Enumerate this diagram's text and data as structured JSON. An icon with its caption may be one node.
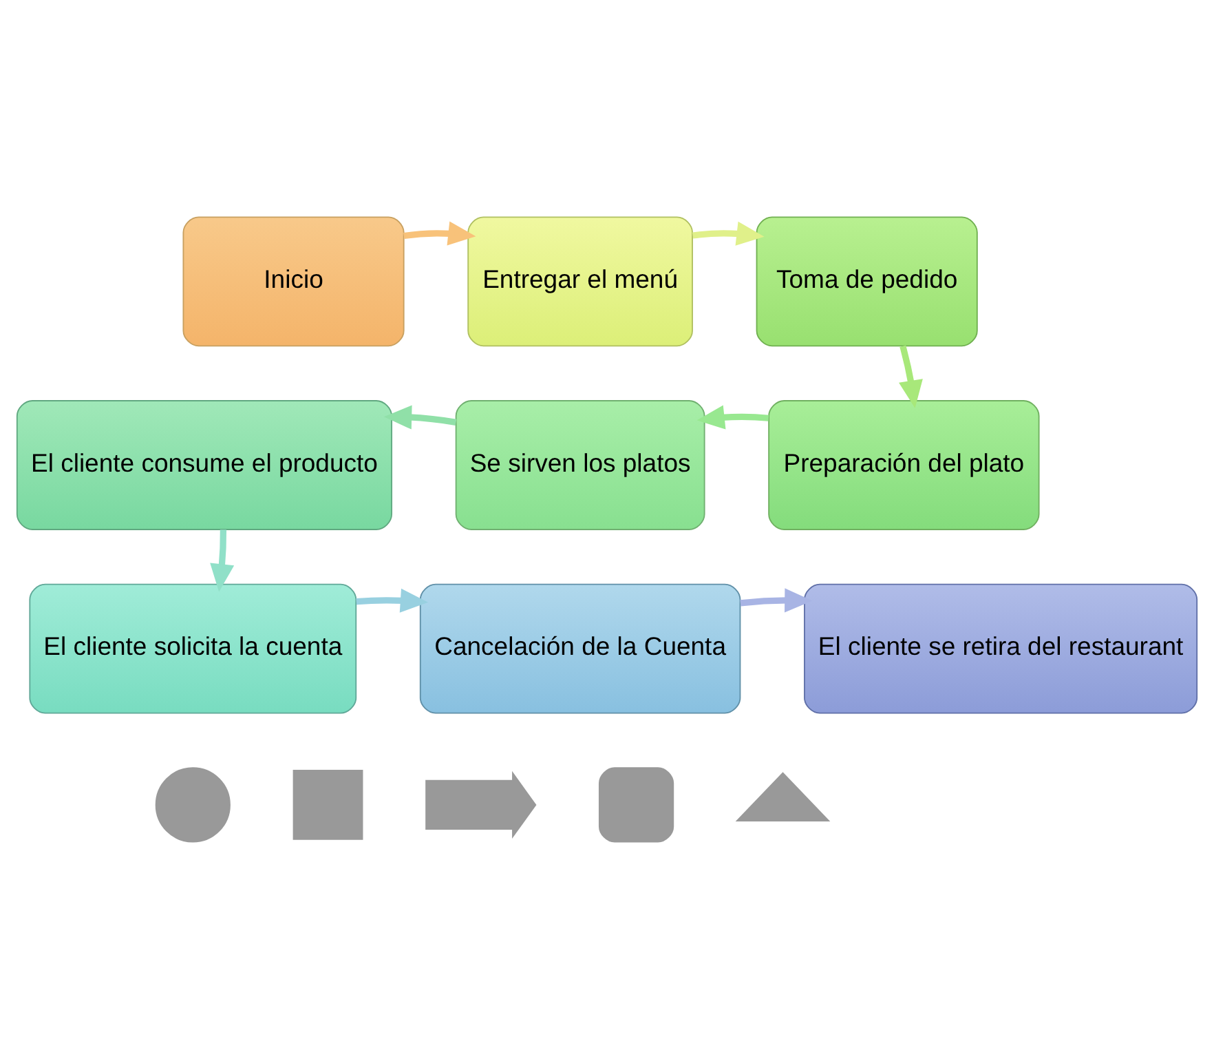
{
  "diagram": {
    "nodes": [
      {
        "text": [
          "Inicio"
        ]
      },
      {
        "text": [
          "Entregar el menú"
        ]
      },
      {
        "text": [
          "Toma de pedido"
        ]
      },
      {
        "text": [
          "Preparación del plato"
        ]
      },
      {
        "text": [
          "Se sirven los platos"
        ]
      },
      {
        "text": [
          "El cliente consume el producto"
        ]
      },
      {
        "text": [
          "El cliente solicita la cuenta"
        ]
      },
      {
        "text": [
          "Cancelación de la Cuenta"
        ]
      },
      {
        "text": [
          "El cliente se retira del restaurant"
        ]
      },
      {
        "text": [],
        "shape": "circle"
      },
      {
        "text": [],
        "shape": "box"
      },
      {
        "text": [],
        "shape": "arrow"
      },
      {
        "text": [],
        "shape": "delay"
      },
      {
        "text": [],
        "shape": "triangle"
      }
    ],
    "edges": [
      {
        "from": 0,
        "to": 1,
        "arrow": "to",
        "color": "#f8c27a"
      },
      {
        "from": 1,
        "to": 2,
        "arrow": "to",
        "color": "#e0f08a"
      },
      {
        "from": 2,
        "to": 3,
        "arrow": "to",
        "color": "#a8e87a"
      },
      {
        "from": 3,
        "to": 4,
        "arrow": "to",
        "color": "#98e890"
      },
      {
        "from": 4,
        "to": 5,
        "arrow": "to",
        "color": "#90e0a8"
      },
      {
        "from": 5,
        "to": 6,
        "arrow": "to",
        "color": "#90e0c8"
      },
      {
        "from": 6,
        "to": 7,
        "arrow": "to",
        "color": "#98d0e0"
      },
      {
        "from": 7,
        "to": 8,
        "arrow": "to",
        "color": "#a8b4e4"
      }
    ]
  }
}
